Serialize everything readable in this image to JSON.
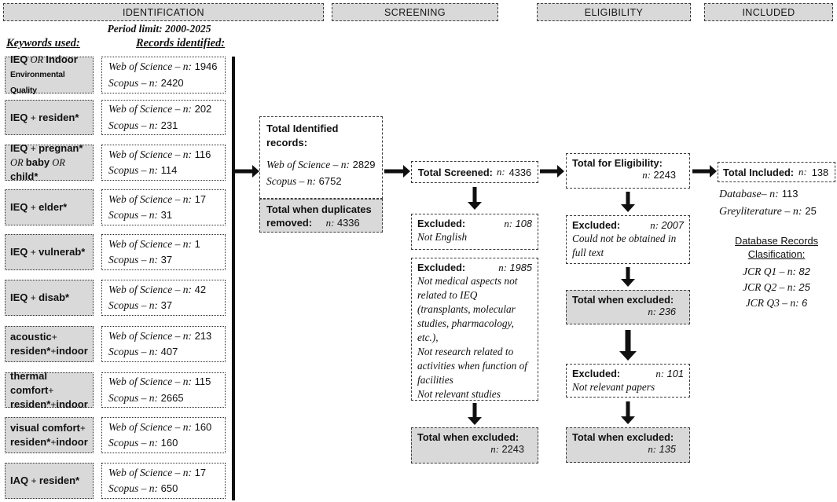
{
  "colors": {
    "box_gray": "#d9d9d9",
    "border": "#3c3c3c",
    "arrow": "#101010"
  },
  "labels": {
    "n": "n:"
  },
  "headers": {
    "identification": "IDENTIFICATION",
    "screening": "SCREENING",
    "eligibility": "ELIGIBILITY",
    "included": "INCLUDED"
  },
  "identification": {
    "period_limit": "Period limit: 2000-2025",
    "keywords_heading": "Keywords used:",
    "records_heading": "Records identified:",
    "wos_label": "Web of Science – n:",
    "scopus_label": "Scopus – n:",
    "rows": [
      {
        "keyword": [
          {
            "s": "b",
            "t": "IEQ"
          },
          {
            "s": "i",
            "t": " OR "
          },
          {
            "s": "b",
            "t": "Indoor"
          },
          {
            "s": "br"
          },
          {
            "s": "b2",
            "t": "Environmental Quality"
          }
        ],
        "wos": "1946",
        "scopus": "2420"
      },
      {
        "keyword": [
          {
            "s": "b",
            "t": "IEQ"
          },
          {
            "s": "p",
            "t": " + "
          },
          {
            "s": "b",
            "t": "residen*"
          }
        ],
        "wos": "202",
        "scopus": "231"
      },
      {
        "keyword": [
          {
            "s": "b",
            "t": "IEQ"
          },
          {
            "s": "p",
            "t": " + "
          },
          {
            "s": "b",
            "t": "pregnan*"
          },
          {
            "s": "br"
          },
          {
            "s": "i",
            "t": "OR "
          },
          {
            "s": "b",
            "t": "baby"
          },
          {
            "s": "i",
            "t": " OR "
          },
          {
            "s": "b",
            "t": "child*"
          }
        ],
        "wos": "116",
        "scopus": "114"
      },
      {
        "keyword": [
          {
            "s": "b",
            "t": "IEQ"
          },
          {
            "s": "p",
            "t": " + "
          },
          {
            "s": "b",
            "t": "elder*"
          }
        ],
        "wos": "17",
        "scopus": "31"
      },
      {
        "keyword": [
          {
            "s": "b",
            "t": "IEQ"
          },
          {
            "s": "p",
            "t": " + "
          },
          {
            "s": "b",
            "t": "vulnerab*"
          }
        ],
        "wos": "1",
        "scopus": "37"
      },
      {
        "keyword": [
          {
            "s": "b",
            "t": "IEQ"
          },
          {
            "s": "p",
            "t": " + "
          },
          {
            "s": "b",
            "t": "disab*"
          }
        ],
        "wos": "42",
        "scopus": "37"
      },
      {
        "keyword": [
          {
            "s": "b",
            "t": "acoustic"
          },
          {
            "s": "p",
            "t": "+"
          },
          {
            "s": "br"
          },
          {
            "s": "b",
            "t": "residen*"
          },
          {
            "s": "p",
            "t": "+"
          },
          {
            "s": "b",
            "t": "indoor"
          }
        ],
        "wos": "213",
        "scopus": "407"
      },
      {
        "keyword": [
          {
            "s": "b",
            "t": "thermal comfort"
          },
          {
            "s": "p",
            "t": "+"
          },
          {
            "s": "br"
          },
          {
            "s": "b",
            "t": "residen*"
          },
          {
            "s": "p",
            "t": "+"
          },
          {
            "s": "b",
            "t": "indoor"
          }
        ],
        "wos": "115",
        "scopus": "2665"
      },
      {
        "keyword": [
          {
            "s": "b",
            "t": "visual comfort"
          },
          {
            "s": "p",
            "t": "+"
          },
          {
            "s": "br"
          },
          {
            "s": "b",
            "t": "residen*"
          },
          {
            "s": "p",
            "t": "+"
          },
          {
            "s": "b",
            "t": "indoor"
          }
        ],
        "wos": "160",
        "scopus": "160"
      },
      {
        "keyword": [
          {
            "s": "b",
            "t": "IAQ"
          },
          {
            "s": "p",
            "t": " + "
          },
          {
            "s": "b",
            "t": "residen*"
          }
        ],
        "wos": "17",
        "scopus": "650"
      }
    ],
    "total_identified": {
      "title_line1": "Total Identified",
      "title_line2": "records:",
      "wos_label": "Web of Science – n:",
      "wos_value": "2829",
      "scopus_label": "Scopus – n:",
      "scopus_value": "6752"
    },
    "duplicates_removed": {
      "label_line1": "Total when duplicates",
      "label_line2": "removed:",
      "value": "4336"
    }
  },
  "screening": {
    "total_screened": {
      "label": "Total Screened:",
      "value": "4336"
    },
    "excluded_not_english": {
      "label": "Excluded:",
      "value": "108",
      "reason": "Not English"
    },
    "excluded_not_medical": {
      "label": "Excluded:",
      "value": "1985",
      "reasons": [
        "Not medical aspects not related to IEQ (transplants, molecular studies, pharmacology, etc.),",
        "Not research related to activities when function of facilities",
        "Not relevant studies"
      ]
    },
    "total_when_excluded": {
      "label": "Total when excluded:",
      "value": "2243"
    }
  },
  "eligibility": {
    "total_for_eligibility": {
      "label": "Total for Eligibility:",
      "value": "2243"
    },
    "excluded_full_text": {
      "label": "Excluded:",
      "value": "2007",
      "reason": "Could not be obtained in full text"
    },
    "total_when_excluded_1": {
      "label": "Total when excluded:",
      "value": "236"
    },
    "excluded_not_relevant": {
      "label": "Excluded:",
      "value": "101",
      "reason": "Not relevant papers"
    },
    "total_when_excluded_2": {
      "label": "Total when excluded:",
      "value": "135"
    }
  },
  "included": {
    "total_included": {
      "label": "Total Included:",
      "value": "138"
    },
    "database": {
      "label": "Database– n:",
      "value": "113"
    },
    "greyliterature": {
      "label": "Greyliterature – n:",
      "value": "25"
    },
    "classification_heading": "Database Records Clasification:",
    "jcr": [
      {
        "label": "JCR Q1 – n:",
        "value": "82"
      },
      {
        "label": "JCR Q2 – n:",
        "value": "25"
      },
      {
        "label": "JCR Q3 – n:",
        "value": "6"
      }
    ]
  }
}
